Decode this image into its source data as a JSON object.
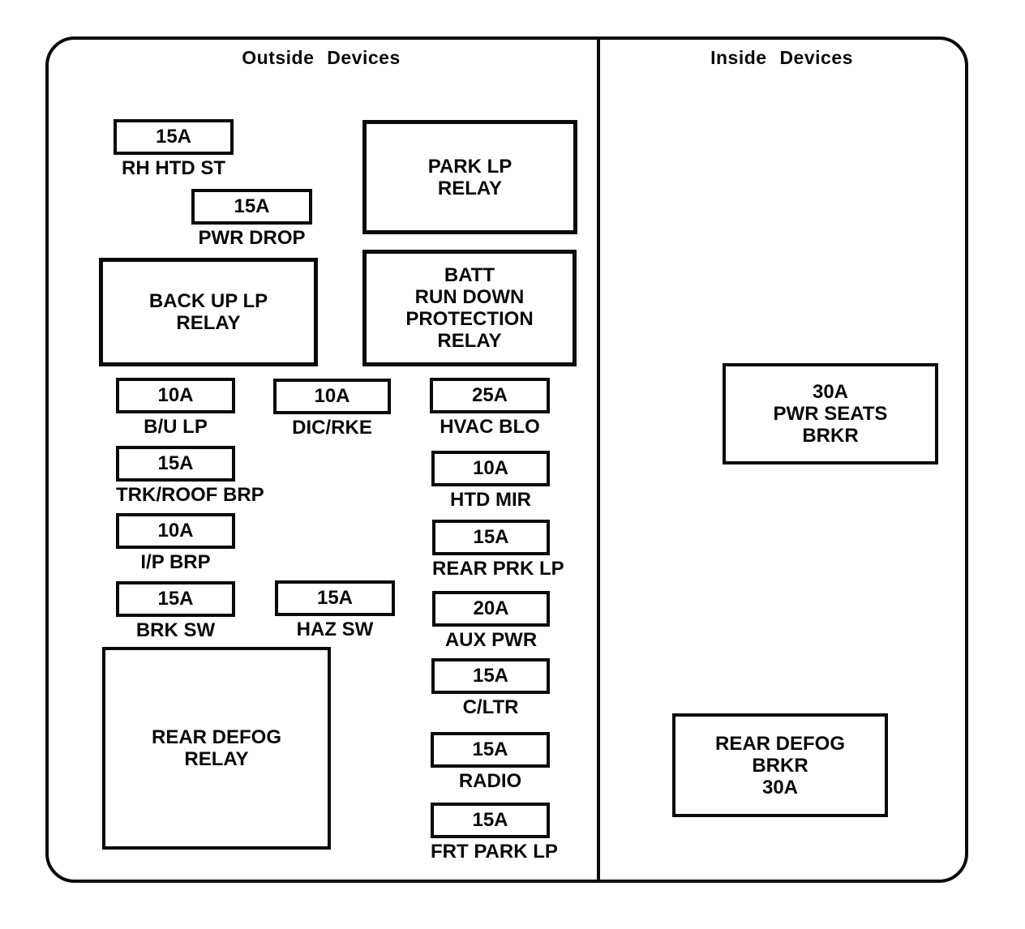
{
  "sections": {
    "outside": {
      "title": "Outside Devices"
    },
    "inside": {
      "title": "Inside Devices"
    }
  },
  "components": {
    "rh_htd_st": {
      "amp": "15A",
      "label": "RH HTD ST"
    },
    "pwr_drop": {
      "amp": "15A",
      "label": "PWR DROP"
    },
    "back_up_lp_relay": {
      "text": "BACK UP LP\nRELAY"
    },
    "park_lp_relay": {
      "text": "PARK LP\nRELAY"
    },
    "batt_run_down_relay": {
      "text": "BATT\nRUN DOWN\nPROTECTION\nRELAY"
    },
    "bu_lp": {
      "amp": "10A",
      "label": "B/U LP"
    },
    "dic_rke": {
      "amp": "10A",
      "label": "DIC/RKE"
    },
    "hvac_blo": {
      "amp": "25A",
      "label": "HVAC BLO"
    },
    "trk_roof_brp": {
      "amp": "15A",
      "label": "TRK/ROOF BRP"
    },
    "htd_mir": {
      "amp": "10A",
      "label": "HTD MIR"
    },
    "ip_brp": {
      "amp": "10A",
      "label": "I/P BRP"
    },
    "rear_prk_lp": {
      "amp": "15A",
      "label": "REAR PRK LP"
    },
    "brk_sw": {
      "amp": "15A",
      "label": "BRK SW"
    },
    "haz_sw": {
      "amp": "15A",
      "label": "HAZ SW"
    },
    "aux_pwr": {
      "amp": "20A",
      "label": "AUX PWR"
    },
    "rear_defog_relay": {
      "text": "REAR DEFOG\nRELAY"
    },
    "c_ltr": {
      "amp": "15A",
      "label": "C/LTR"
    },
    "radio": {
      "amp": "15A",
      "label": "RADIO"
    },
    "frt_park_lp": {
      "amp": "15A",
      "label": "FRT PARK LP"
    },
    "pwr_seats_brkr": {
      "text": "30A\nPWR SEATS\nBRKR"
    },
    "rear_defog_brkr": {
      "text": "REAR DEFOG\nBRKR\n30A"
    }
  }
}
